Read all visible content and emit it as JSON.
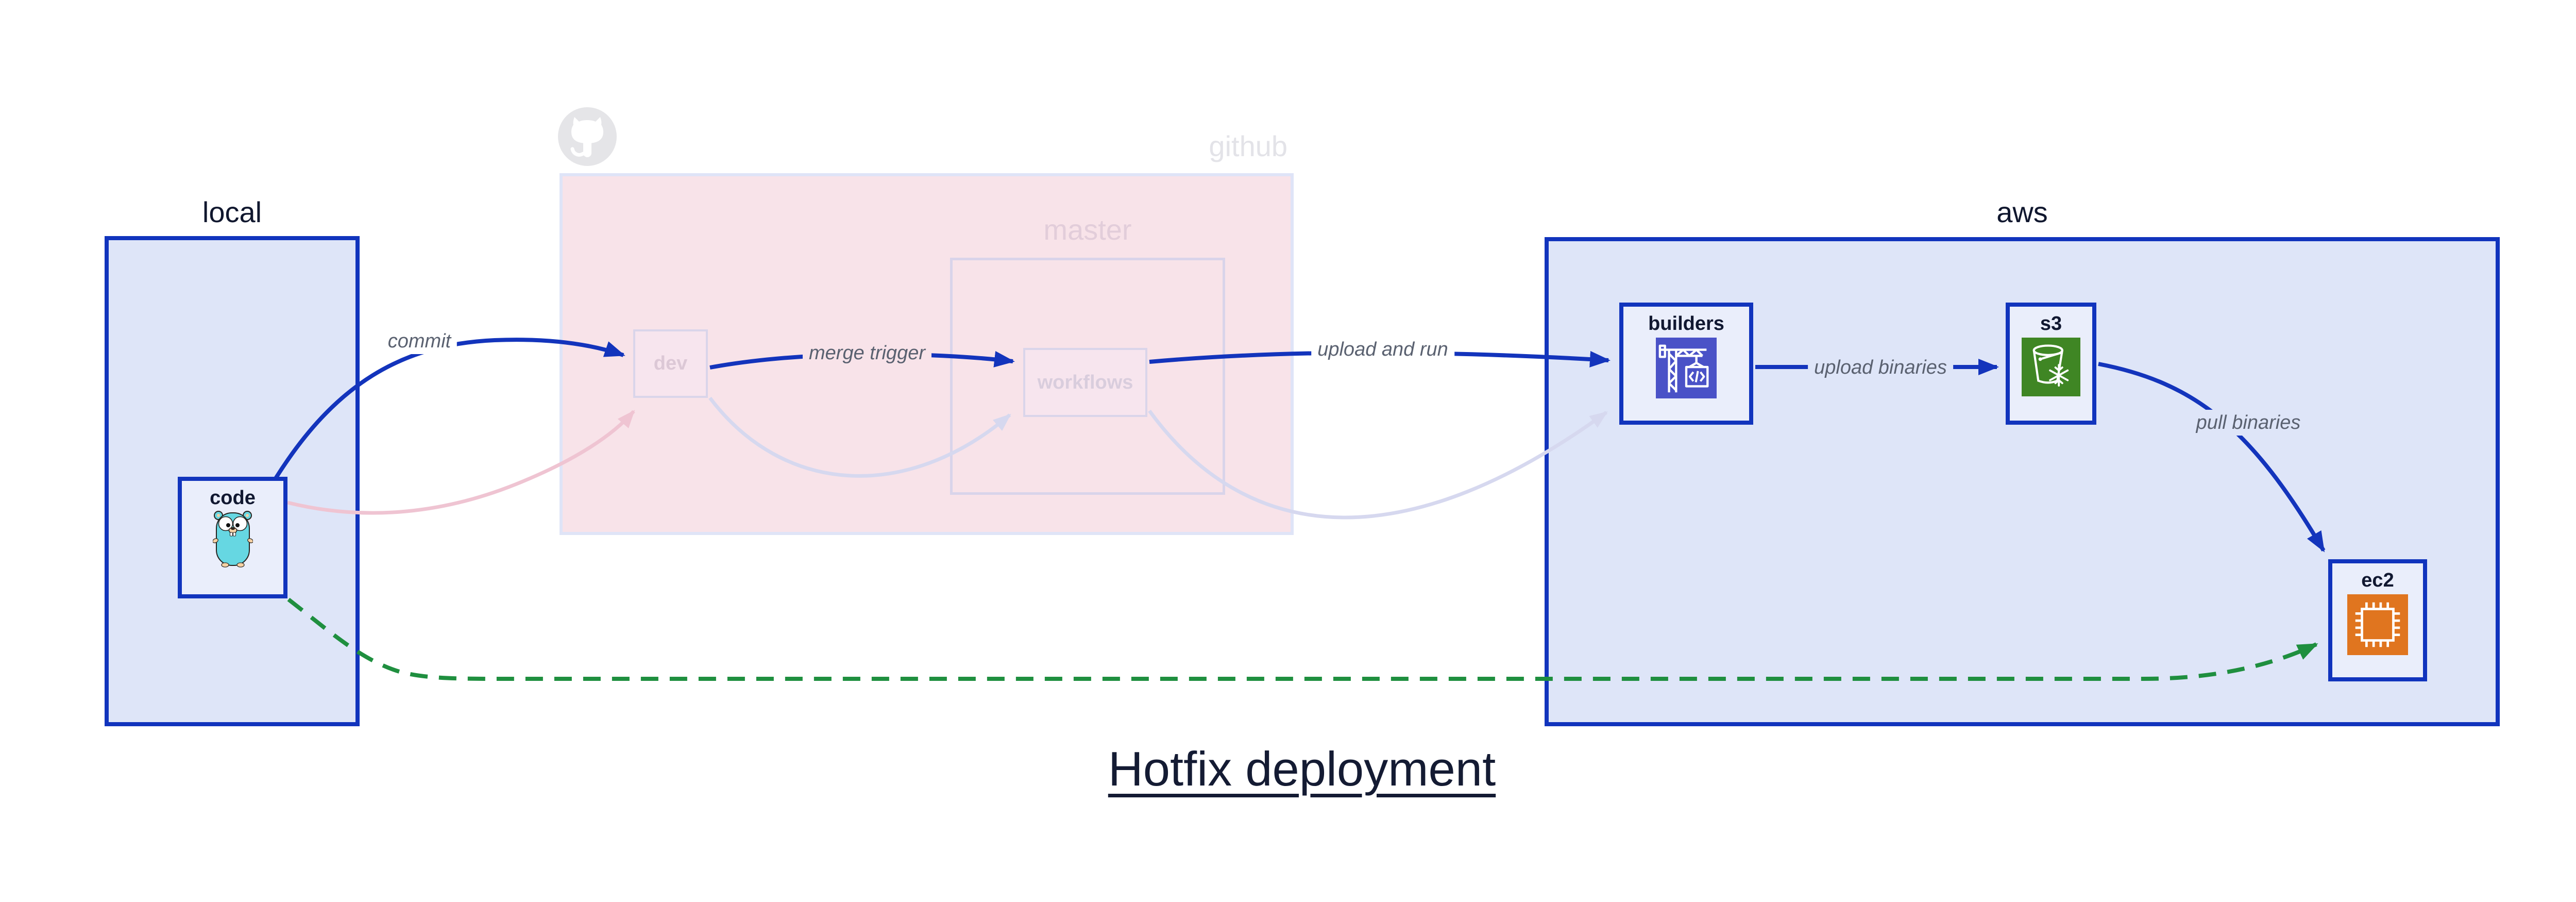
{
  "labels": {
    "title": "Hotfix deployment",
    "cluster_local": "local",
    "cluster_github": "github",
    "cluster_master": "master",
    "cluster_aws": "aws",
    "node_code": "code",
    "node_dev": "dev",
    "node_workflows": "workflows",
    "node_builders": "builders",
    "node_s3": "s3",
    "node_ec2": "ec2",
    "edge_commit": "commit",
    "edge_merge_trigger": "merge trigger",
    "edge_upload_and_run": "upload and run",
    "edge_upload_binaries": "upload binaries",
    "edge_pull_binaries": "pull binaries"
  },
  "structure": {
    "clusters": [
      {
        "id": "local",
        "label": "local",
        "style": "active-blue"
      },
      {
        "id": "github",
        "label": "github",
        "style": "faded-pink",
        "icon": "github-octocat-icon",
        "children": [
          "master"
        ]
      },
      {
        "id": "master",
        "label": "master",
        "style": "faded",
        "parent": "github"
      },
      {
        "id": "aws",
        "label": "aws",
        "style": "active-blue"
      }
    ],
    "nodes": [
      {
        "id": "code",
        "label": "code",
        "cluster": "local",
        "icon": "go-gopher-icon",
        "style": "active"
      },
      {
        "id": "dev",
        "label": "dev",
        "cluster": "github",
        "style": "faded"
      },
      {
        "id": "workflows",
        "label": "workflows",
        "cluster": "master",
        "style": "faded"
      },
      {
        "id": "builders",
        "label": "builders",
        "cluster": "aws",
        "icon": "aws-codebuild-icon",
        "style": "active"
      },
      {
        "id": "s3",
        "label": "s3",
        "cluster": "aws",
        "icon": "aws-s3-glacier-icon",
        "style": "active"
      },
      {
        "id": "ec2",
        "label": "ec2",
        "cluster": "aws",
        "icon": "aws-ec2-icon",
        "style": "active"
      }
    ],
    "edges": [
      {
        "from": "code",
        "to": "dev",
        "label": "commit",
        "style": "solid-blue"
      },
      {
        "from": "dev",
        "to": "workflows",
        "label": "merge trigger",
        "style": "solid-blue"
      },
      {
        "from": "workflows",
        "to": "builders",
        "label": "upload and run",
        "style": "solid-blue"
      },
      {
        "from": "builders",
        "to": "s3",
        "label": "upload binaries",
        "style": "solid-blue"
      },
      {
        "from": "s3",
        "to": "ec2",
        "label": "pull binaries",
        "style": "solid-blue"
      },
      {
        "from": "code",
        "to": "ec2",
        "label": "",
        "style": "dashed-green"
      },
      {
        "from": "code",
        "to": "dev",
        "label": "",
        "style": "faded-pink"
      },
      {
        "from": "dev",
        "to": "workflows",
        "label": "",
        "style": "faded-lavender"
      },
      {
        "from": "workflows",
        "to": "builders",
        "label": "",
        "style": "faded-lavender"
      }
    ]
  },
  "colors": {
    "arrow_blue": "#1334bc",
    "cluster_border_blue": "#1134bd",
    "cluster_fill_blue": "#dee5f8",
    "node_fill": "#eaeefb",
    "node_label_dark": "#111831",
    "github_fill": "#f8e3e9",
    "github_border": "#dfe4f7",
    "master_border": "#d9d4ea",
    "faded_pink_arrow": "#efc4d2",
    "faded_lavender_arrow": "#d6d8ef",
    "green_dashed": "#1f8f3f",
    "edge_label_text": "#5a6170",
    "faded_text_pink": "#dcc8d6",
    "octocat_gray": "#e5e5e8",
    "codebuild_indigo": "#4a52c7",
    "s3_glacier_green": "#3f8624",
    "ec2_orange": "#e0751f",
    "title_text": "#141b33"
  }
}
